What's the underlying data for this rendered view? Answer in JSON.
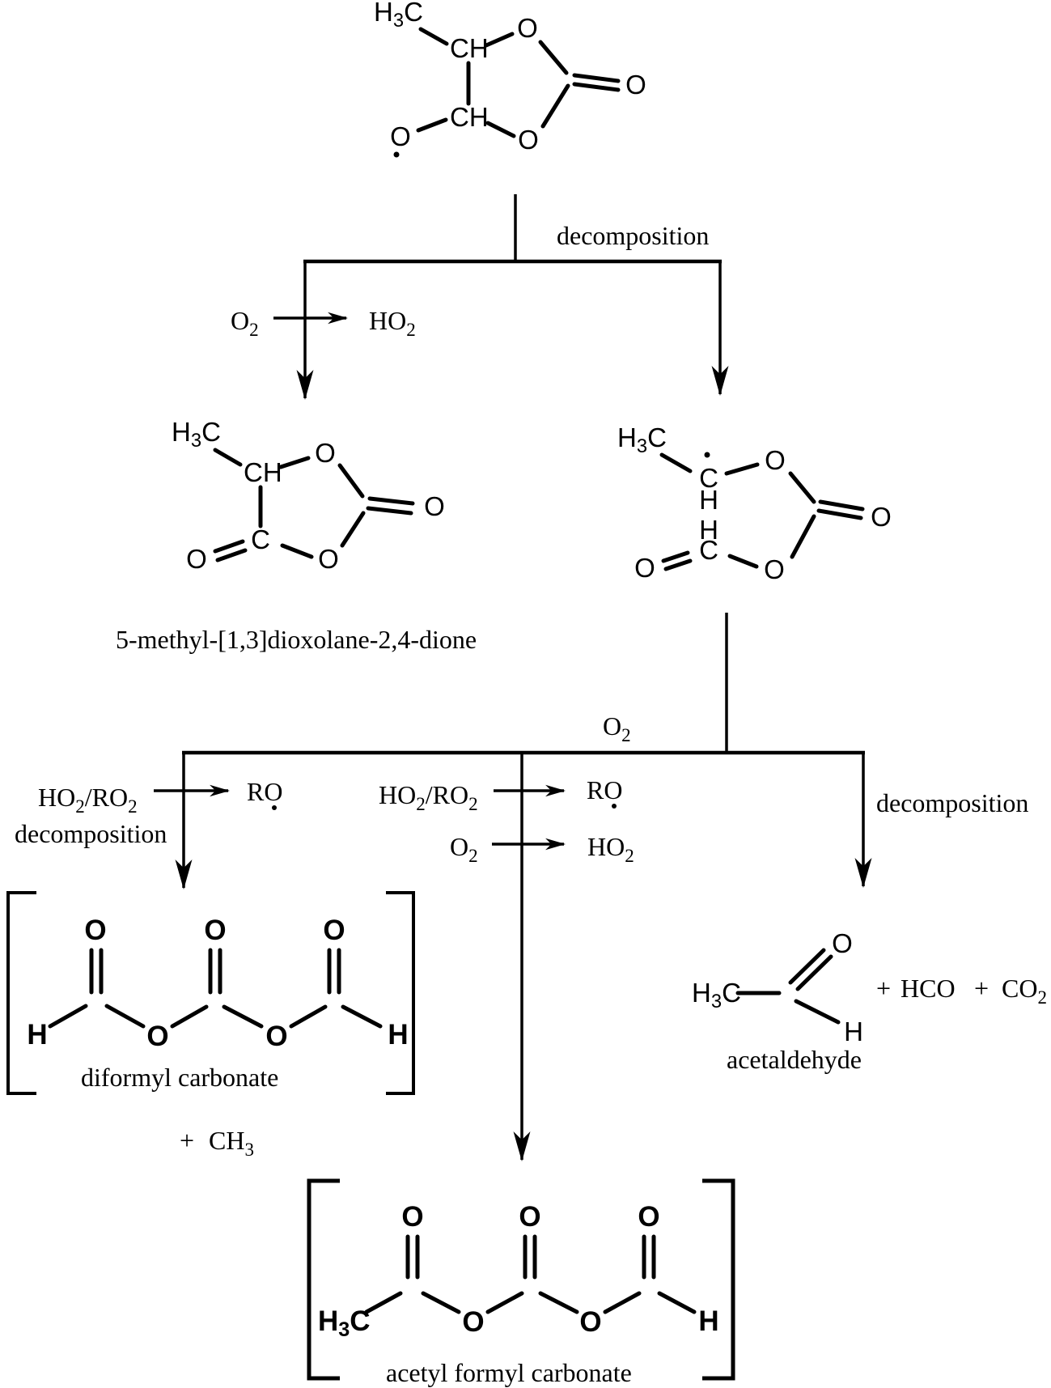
{
  "sym": {
    "O": "O",
    "C": "C",
    "H": "H",
    "CH": "CH",
    "H3C": {
      "H": "H",
      "sub": "3",
      "C": "C"
    }
  },
  "terms": {
    "decomposition": "decomposition",
    "O2": {
      "base": "O",
      "sub": "2"
    },
    "HO2": {
      "base": "HO",
      "sub": "2"
    },
    "HO2_RO2": {
      "p1": "HO",
      "s1": "2",
      "p2": "/RO",
      "s2": "2"
    },
    "RO": "RO",
    "plus": "+",
    "CH3": {
      "base": "CH",
      "sub": "3"
    },
    "HCO": "HCO",
    "CO2": {
      "base": "CO",
      "sub": "2"
    }
  },
  "names": {
    "dione": "5-methyl-[1,3]dioxolane-2,4-dione",
    "diformyl_carbonate": "diformyl carbonate",
    "acetaldehyde": "acetaldehyde",
    "acetyl_formyl_carbonate": "acetyl formyl carbonate"
  }
}
